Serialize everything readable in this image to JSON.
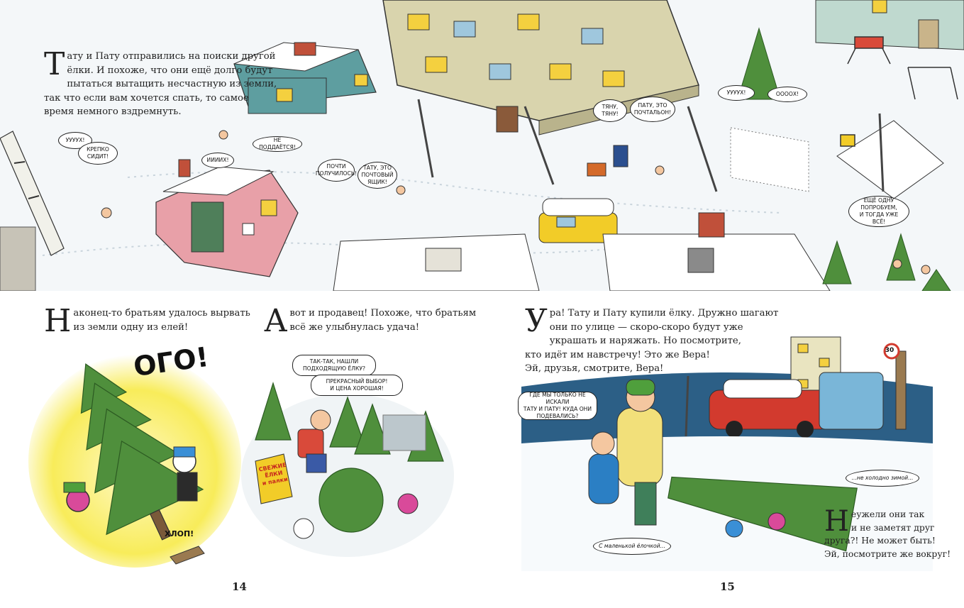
{
  "top": {
    "text": [
      "ату и Пату отправились на поиски другой",
      "ёлки. И похоже, что они ещё долго будут",
      "пытаться вытащить несчастную из земли,",
      "так что если вам хочется спать, то самое",
      "время немного вздремнуть."
    ],
    "dropcap": "Т",
    "bubbles": {
      "uuukh": "УУУУХ!",
      "krepko": "КРЕПКО\nСИДИТ!",
      "iiiikh": "ИИИИХ!",
      "ne_poddaetsya": "НЕ ПОДДАЁТСЯ!",
      "pochti": "ПОЧТИ\nПОЛУЧИЛОСЬ!",
      "yashchik": "ТАТУ, ЭТО\nПОЧТОВЫЙ\nЯЩИК!",
      "tyanu": "ТЯНУ,\nТЯНУ!",
      "pochtalon": "ПАТУ, ЭТО\nПОЧТАЛЬОН!",
      "uuukh2": "УУУУХ!",
      "oooh": "ОООOХ!",
      "eshche": "ЕЩЁ ОДНУ\nПОПРОБУЕМ,\nИ ТОГДА УЖЕ ВСЁ!"
    }
  },
  "page14": {
    "left_text": {
      "dropcap": "Н",
      "lines": [
        "аконец-то братьям удалось вырвать",
        "из земли одну из елей!"
      ]
    },
    "right_text": {
      "dropcap": "А",
      "lines": [
        " вот и продавец! Похоже, что братьям",
        "всё же улыбнулась удача!"
      ]
    },
    "sfx": {
      "ogo": "ОГО!",
      "khlop": "ХЛОП!"
    },
    "bubbles": {
      "tak_tak": "ТАК-ТАК, НАШЛИ\nПОДХОДЯЩУЮ ЁЛКУ?",
      "prekrasny": "ПРЕКРАСНЫЙ ВЫБОР!\nИ ЦЕНА ХОРОШАЯ!"
    },
    "sign": "СВЕЖИЕ\nЁЛКИ\nи палки",
    "page_number": "14"
  },
  "page15": {
    "text": {
      "dropcap": "У",
      "lines": [
        "ра! Тату и Пату купили ёлку. Дружно шагают",
        "они по улице — скоро-скоро будут уже",
        "украшать и наряжать. Но посмотрите,",
        "кто идёт им навстречу! Это же Вера!",
        "Эй, друзья, смотрите, Вера!"
      ]
    },
    "side_text": {
      "dropcap": "Н",
      "lines": [
        "еужели они так",
        "и не заметят друг",
        "друга?! Не может быть!",
        "Эй, посмотрите же вокруг!"
      ]
    },
    "bubbles": {
      "gde": "ГДЕ МЫ ТОЛЬКО НЕ ИСКАЛИ\nТАТУ И ПАТУ! КУДА ОНИ\nПОДЕВАЛИСЬ?",
      "ne_kholodno": "...не холодно зимой...",
      "s_malenkoy": "С маленькой ёлочкой..."
    },
    "speed_sign": "30",
    "page_number": "15"
  },
  "colors": {
    "snow": "#ffffff",
    "sky_blue": "#2c5f86",
    "tree_green": "#4f8f3c",
    "house_pink": "#e8a0a8",
    "building_beige": "#d8d2a8",
    "car_red": "#d23a2e",
    "taxi_yellow": "#f2cc28",
    "burst_yellow": "#f8ec5a"
  }
}
